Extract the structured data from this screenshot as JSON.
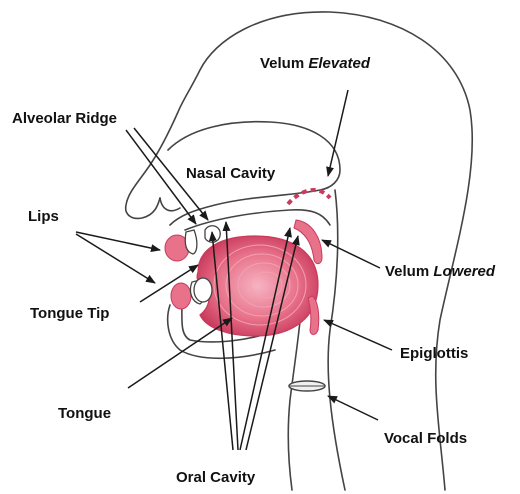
{
  "labels": {
    "velum_elevated_prefix": "Velum ",
    "velum_elevated_italic": "Elevated",
    "alveolar_ridge": "Alveolar Ridge",
    "nasal_cavity": "Nasal Cavity",
    "lips": "Lips",
    "velum_lowered_prefix": "Velum ",
    "velum_lowered_italic": "Lowered",
    "tongue_tip": "Tongue Tip",
    "epiglottis": "Epiglottis",
    "tongue": "Tongue",
    "vocal_folds": "Vocal Folds",
    "oral_cavity": "Oral Cavity"
  },
  "colors": {
    "tissue_fill": "#e8728a",
    "tissue_dark": "#c93a5c",
    "outline": "#444444",
    "text": "#111111"
  }
}
